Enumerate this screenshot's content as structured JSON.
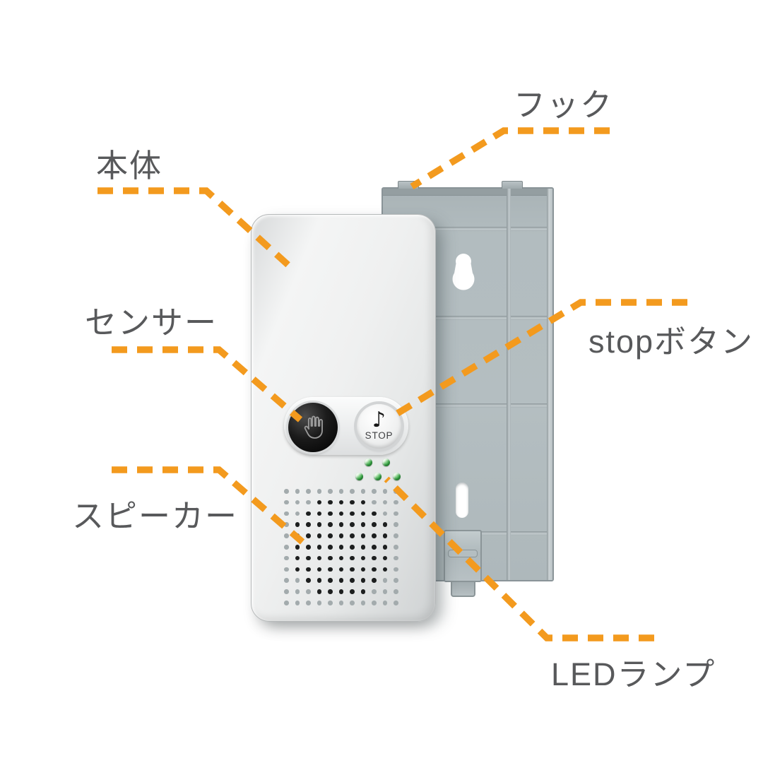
{
  "diagram": {
    "labels": {
      "body": "本体",
      "hook": "フック",
      "sensor": "センサー",
      "stop": "stopボタン",
      "speaker": "スピーカー",
      "led": "LEDランプ"
    },
    "device": {
      "stop_button_text": "STOP",
      "stop_icon": "music-note-icon",
      "sensor_icon": "hand-icon",
      "led_count": 5,
      "speaker_grid": {
        "rows": 11,
        "cols": 11
      }
    },
    "colors": {
      "callout_orange": "#F39A1E",
      "label_gray": "#58595B",
      "led_green": "#3FAE4C",
      "bracket_gray": "#B4BEC1"
    }
  }
}
